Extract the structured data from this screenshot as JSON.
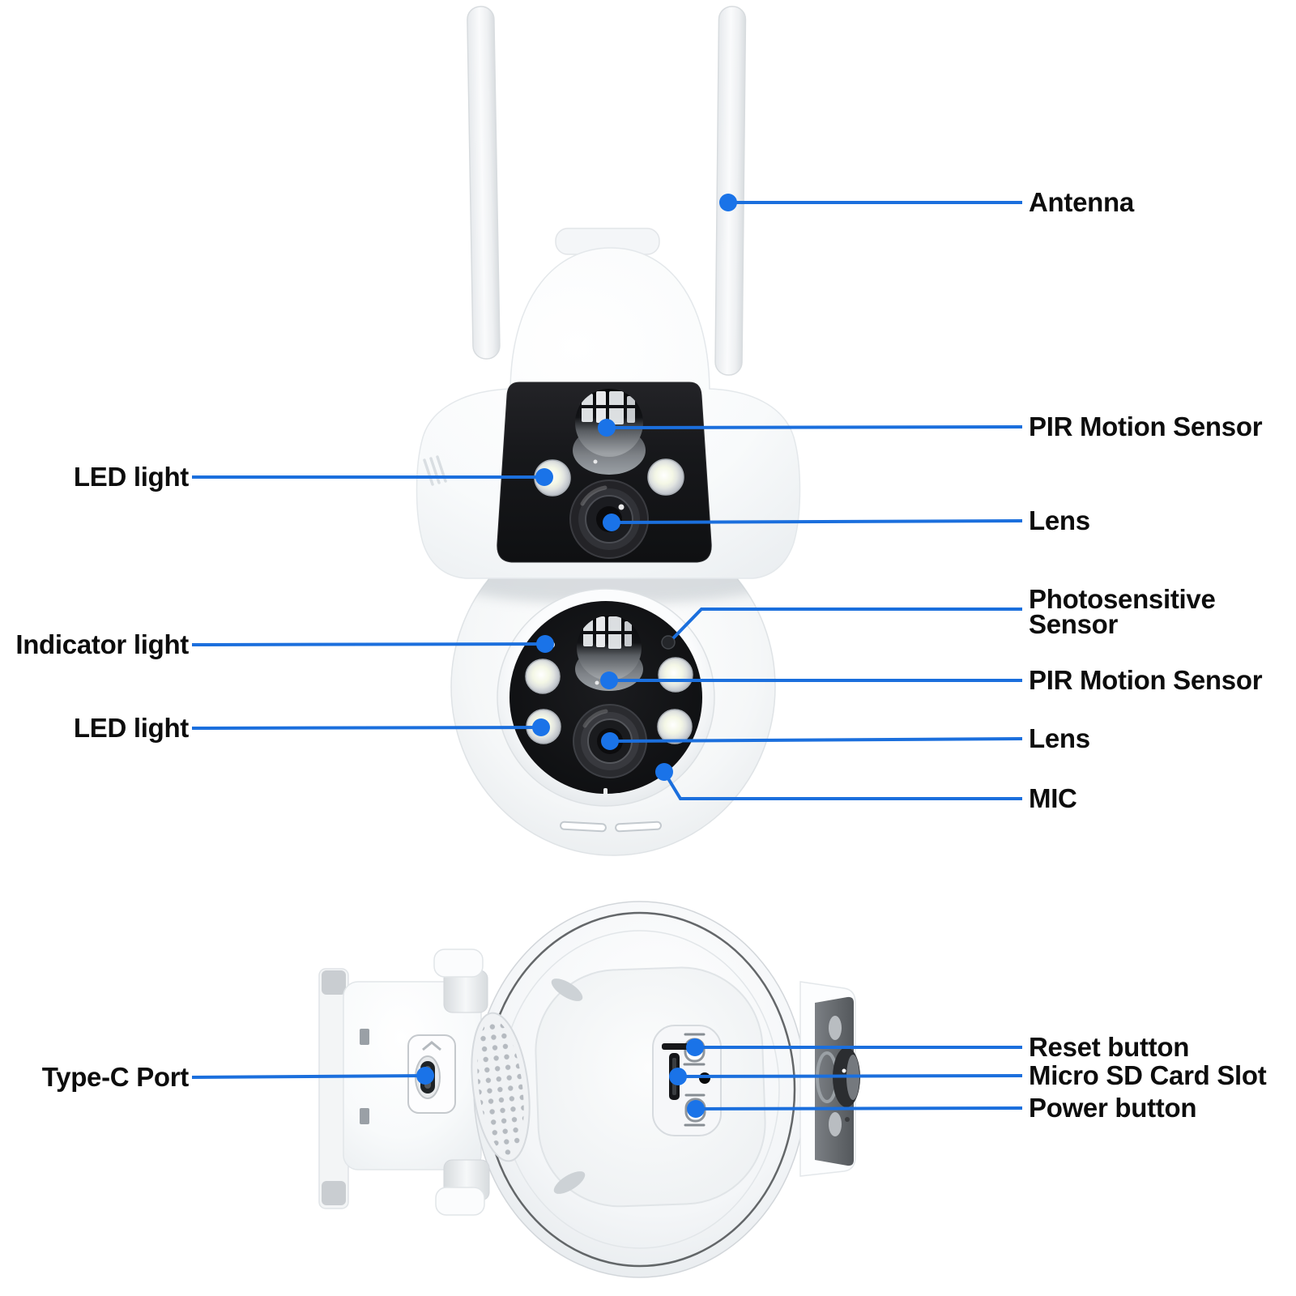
{
  "labels": {
    "antenna": "Antenna",
    "pir_top": "PIR Motion Sensor",
    "lens_top": "Lens",
    "led_top": "LED light",
    "indicator": "Indicator light",
    "photosensitive": "Photosensitive Sensor",
    "pir_bottom": "PIR Motion Sensor",
    "lens_bottom": "Lens",
    "led_bottom": "LED light",
    "mic": "MIC",
    "type_c": "Type-C Port",
    "reset": "Reset button",
    "sd_slot": "Micro SD Card Slot",
    "power": "Power button"
  },
  "colors": {
    "callout_line": "#1b6fdd",
    "callout_dot": "#1a73e8",
    "label_text": "#0d0d0d",
    "body_white": "#ffffff",
    "panel_black": "#17181b"
  },
  "icons": {
    "antenna_left": "antenna-left-icon",
    "antenna_right": "antenna-right-icon",
    "pir_dome": "pir-dome-icon",
    "led_ring": "led-ring-icon",
    "camera_lens": "camera-lens-icon",
    "speaker_grille": "speaker-grille-icon",
    "usb_type_c": "usb-type-c-port-icon",
    "sd_card_slot": "sd-card-slot-icon"
  }
}
